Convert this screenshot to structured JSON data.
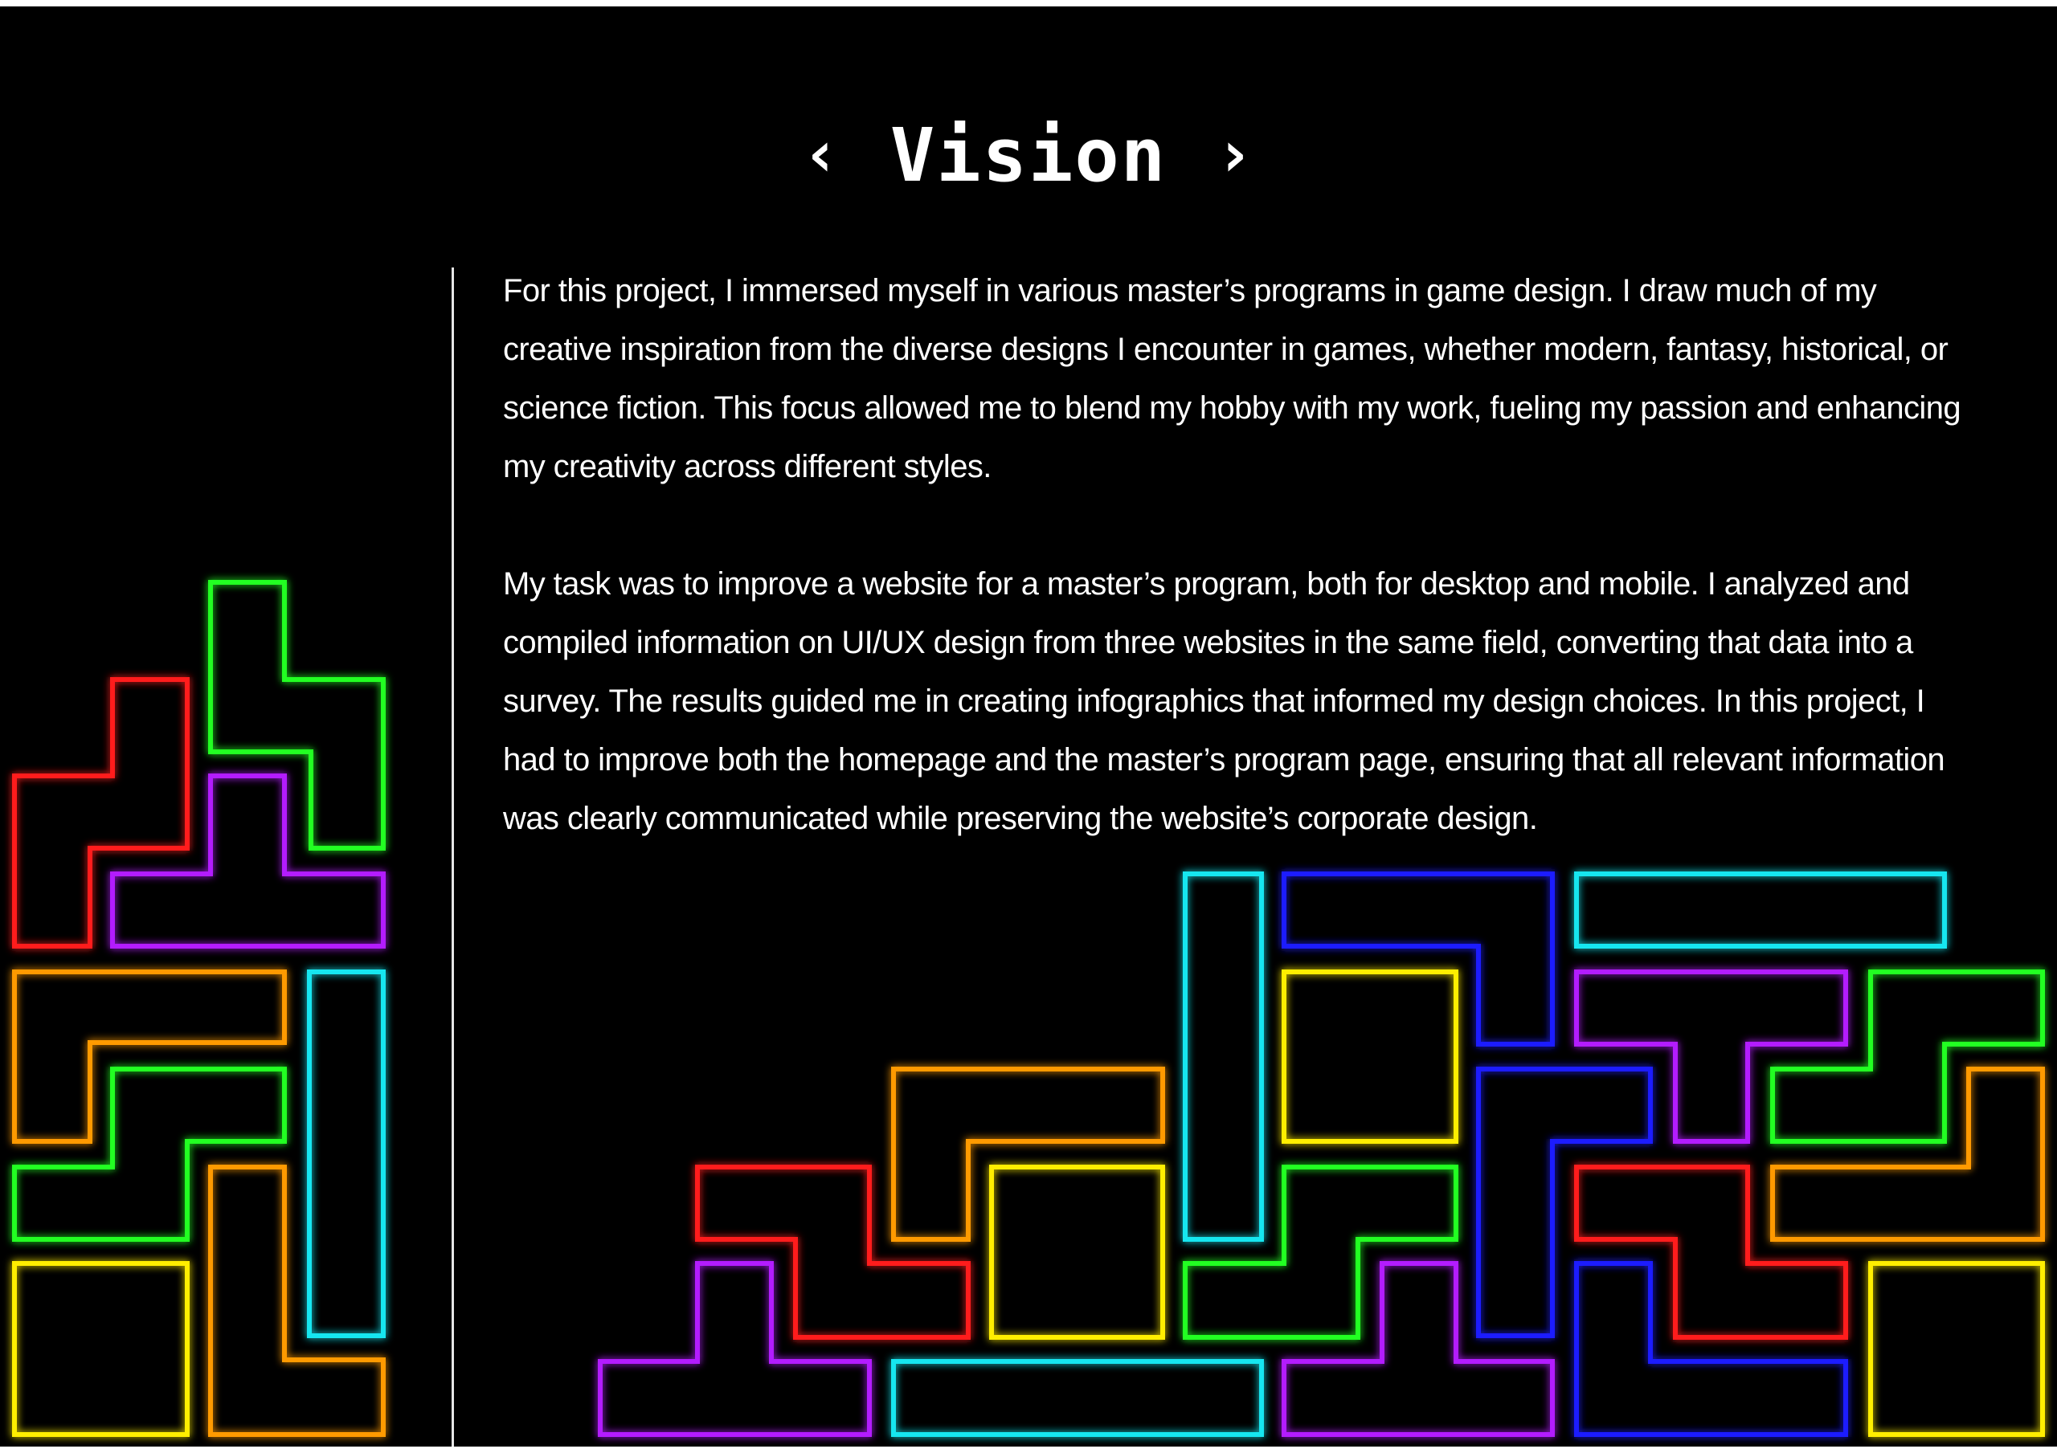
{
  "page": {
    "title": "Vision",
    "title_prefix": "‹",
    "title_suffix": "›",
    "paragraphs": [
      "For this project, I immersed myself in various master’s programs in game design. I draw much of my creative inspiration from the diverse designs I encounter in games, whether modern, fantasy, historical, or science fiction. This focus allowed me to blend my hobby with my work, fueling my passion and enhancing my creativity across different styles.",
      "My task  was to improve a website for a master’s program, both for desktop and mobile. I analyzed and compiled information on UI/UX design from three websites in the same field, converting that data into a survey. The results guided me in creating infographics that informed my design choices. In this project, I had to improve both the homepage and the master’s program page, ensuring that all relevant information was clearly communicated while preserving the website’s corporate design."
    ]
  },
  "decoration": {
    "name": "neon-tetris-pieces",
    "colors": {
      "red": "#ff1a1a",
      "green": "#22ff22",
      "purple": "#b31aff",
      "orange": "#ff9a00",
      "cyan": "#19e6f0",
      "yellow": "#ffee00",
      "blue": "#1a1aff"
    }
  }
}
